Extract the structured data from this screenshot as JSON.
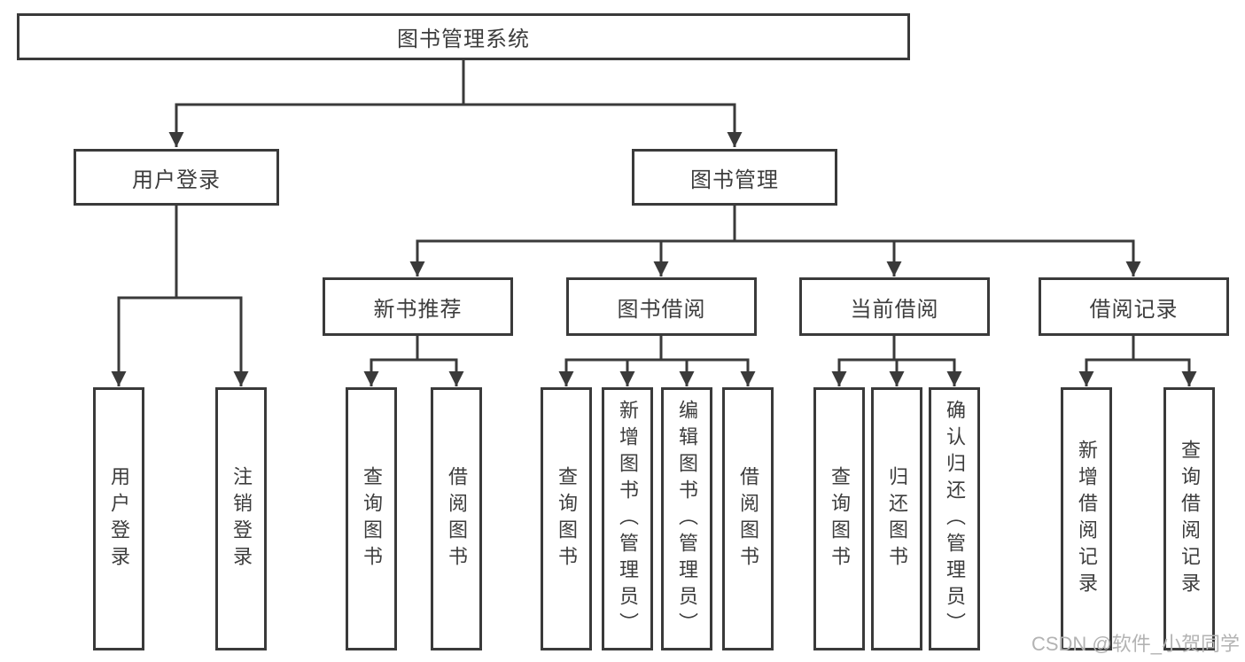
{
  "diagram": {
    "root": {
      "label": "图书管理系统"
    },
    "branches": [
      {
        "label": "用户登录",
        "children": [
          {
            "label": "用户登录"
          },
          {
            "label": "注销登录"
          }
        ]
      },
      {
        "label": "图书管理",
        "sections": [
          {
            "label": "新书推荐",
            "children": [
              {
                "label": "查询图书"
              },
              {
                "label": "借阅图书"
              }
            ]
          },
          {
            "label": "图书借阅",
            "children": [
              {
                "label": "查询图书"
              },
              {
                "label": "新增图书（管理员）"
              },
              {
                "label": "编辑图书（管理员）"
              },
              {
                "label": "借阅图书"
              }
            ]
          },
          {
            "label": "当前借阅",
            "children": [
              {
                "label": "查询图书"
              },
              {
                "label": "归还图书"
              },
              {
                "label": "确认归还（管理员）"
              }
            ]
          },
          {
            "label": "借阅记录",
            "children": [
              {
                "label": "新增借阅记录"
              },
              {
                "label": "查询借阅记录"
              }
            ]
          }
        ]
      }
    ]
  },
  "watermark": "CSDN @软件_小贺同学",
  "colors": {
    "line": "#3a3a3a",
    "box_border": "#3a3a3a",
    "text": "#3d3d3d",
    "watermark": "#b3b3b3",
    "background": "#ffffff"
  }
}
